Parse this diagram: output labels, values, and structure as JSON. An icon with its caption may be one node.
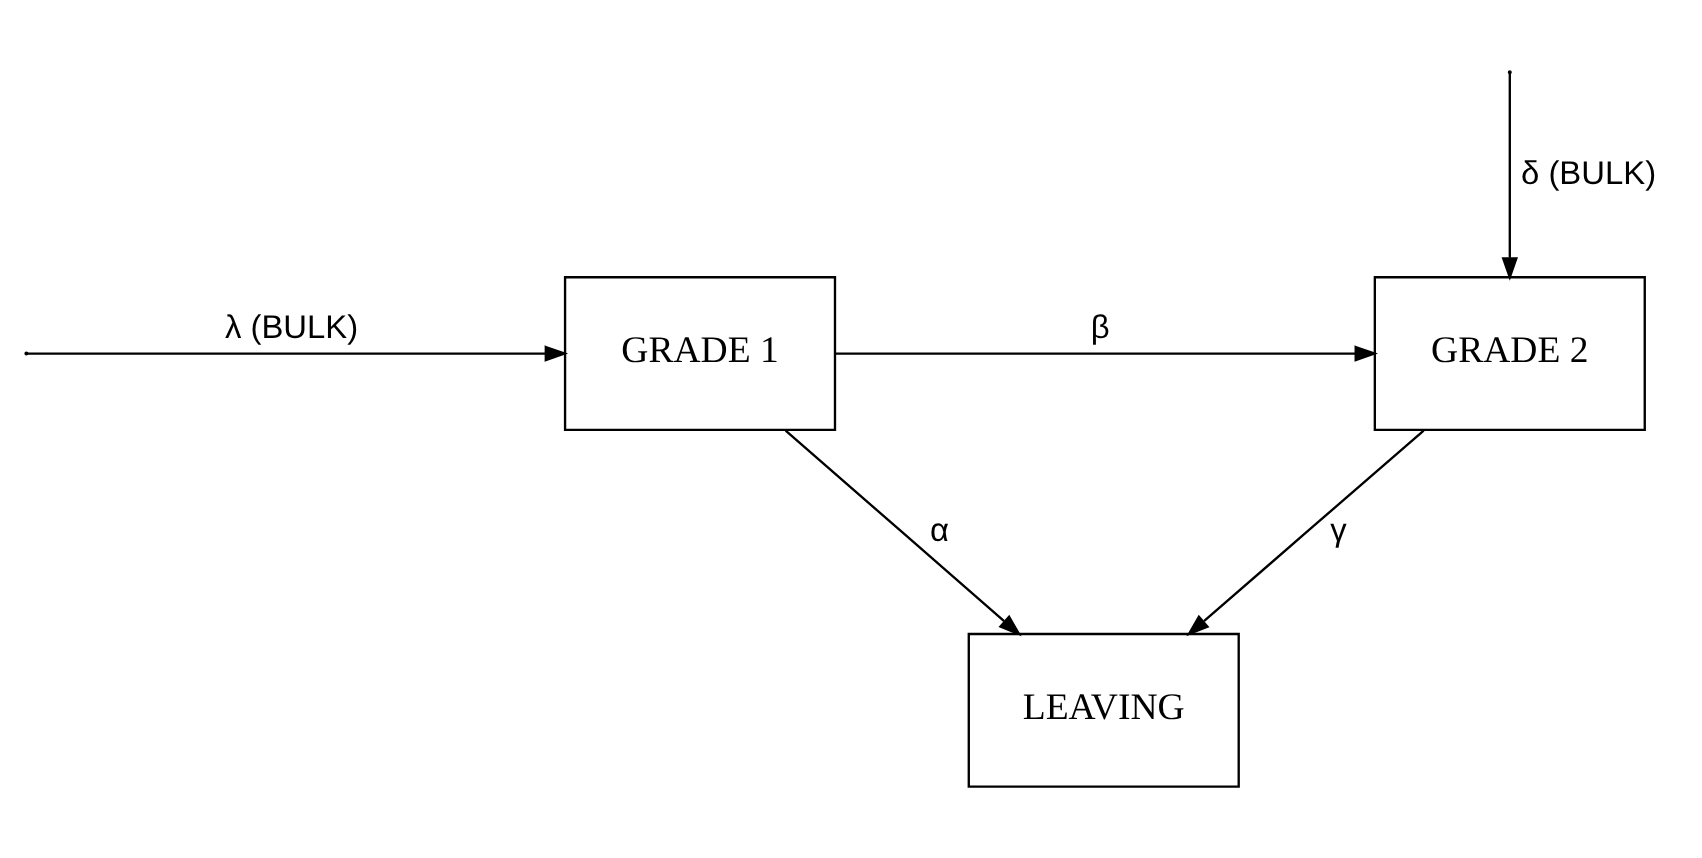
{
  "diagram": {
    "nodes": [
      {
        "text": [
          "GRADE 1"
        ]
      },
      {
        "text": [
          "GRADE 2"
        ]
      },
      {
        "text": [
          "LEAVING"
        ]
      }
    ],
    "edges": [
      {
        "from": null,
        "to": 0,
        "arrow": "to",
        "label": "λ (BULK)"
      },
      {
        "from": null,
        "to": 1,
        "arrow": "to",
        "label": "δ (BULK)"
      },
      {
        "from": 0,
        "to": 1,
        "arrow": "to",
        "label": "β"
      },
      {
        "from": 0,
        "to": 2,
        "arrow": "to",
        "label": "α"
      },
      {
        "from": 1,
        "to": 2,
        "arrow": "to",
        "label": "γ"
      }
    ]
  }
}
